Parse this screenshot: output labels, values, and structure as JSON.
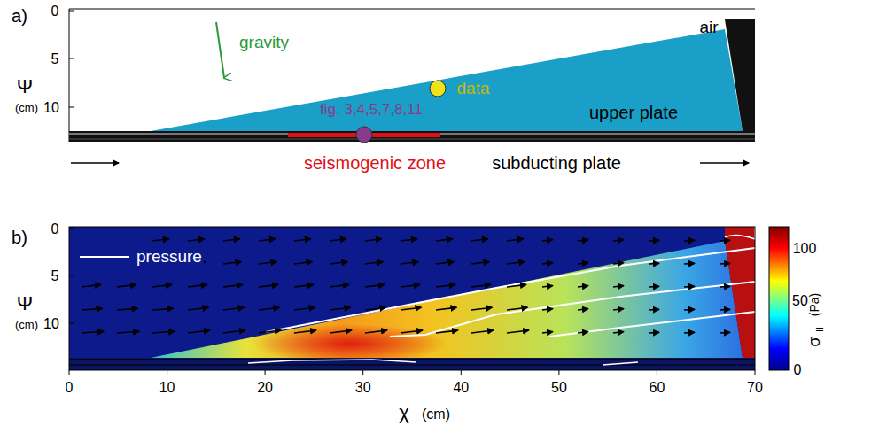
{
  "diagram": {
    "labels": [
      "a)",
      "0",
      "5",
      "10",
      "Ψ",
      "(cm)",
      "gravity",
      "air",
      "data",
      "upper plate",
      "fig. 3,4,5,7,8,11",
      "seismogenic zone",
      "subducting plate",
      "b)",
      "0",
      "5",
      "10",
      "Ψ",
      "(cm)",
      "0",
      "10",
      "20",
      "30",
      "40",
      "50",
      "60",
      "70",
      "χ",
      "(cm)",
      "100",
      "50",
      "0",
      "σ",
      "II",
      "(Pa)"
    ],
    "legend": [
      {
        "text": "pressure"
      }
    ]
  }
}
